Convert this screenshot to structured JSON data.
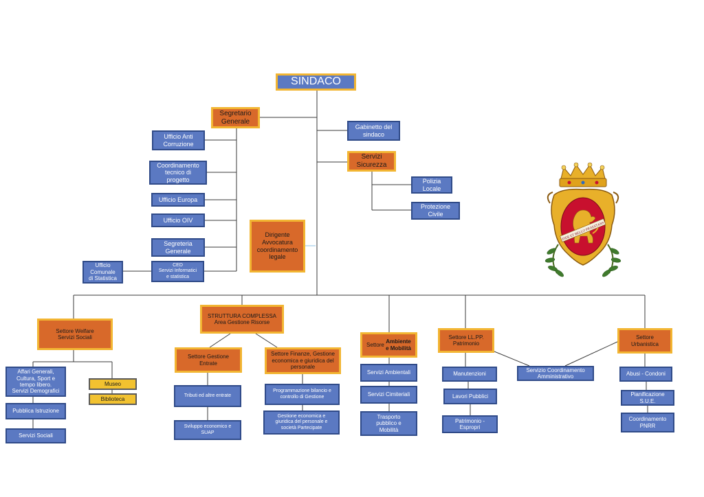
{
  "nodes": {
    "sindaco": "SINDACO",
    "segretario_generale": "Segretario\nGenerale",
    "gabinetto_sindaco": "Gabinetto del\nsindaco",
    "servizi_sicurezza": "Servizi\nSicurezza",
    "polizia_locale": "Polizia\nLocale",
    "protezione_civile": "Protezione\nCivile",
    "ufficio_anti_corruzione": "Ufficio Anti\nCorruzione",
    "coordinamento_tecnico": "Coordinamento\ntecnico di\nprogetto",
    "ufficio_europa": "Ufficio Europa",
    "ufficio_oiv": "Ufficio OIV",
    "segreteria_generale": "Segreteria\nGenerale",
    "ced": "CED\nServizi Informatici\ne statistica",
    "ufficio_statistica": "Ufficio\nComunale\ndi Statistica",
    "dirigente_avvocatura": "Dirigente\nAvvocatura\ncoordinamento\nlegale",
    "settore_welfare": "Settore Welfare\nServizi Sociali",
    "affari_generali": "Affari Generali,\nCultura, Sport e\ntempo libero.\nServizi Demografici",
    "pubblica_istruzione": "Pubblica Istruzione",
    "servizi_sociali": "Servizi Sociali",
    "museo": "Museo",
    "biblioteca": "Biblioteca",
    "struttura_complessa": "STRUTTURA COMPLESSA\nArea Gestione Risorse",
    "settore_gestione_entrate": "Settore Gestione\nEntrate",
    "tributi": "Tributi ed altre entrate",
    "sviluppo_economico": "Sviluppo economico e\nSUAP",
    "settore_finanze": "Settore Finanze, Gestione\neconomica e giuridica del\npersonale",
    "programmazione_bilancio": "Programmazione bilancio e\ncontrollo di Gestione",
    "gestione_economica": "Gestione economica e\ngiuridica del personale e\nsocietà Partecipate",
    "settore_ambiente_prefix": "Settore ",
    "settore_ambiente_bold": "Ambiente\ne Mobilità",
    "servizi_ambientali": "Servizi Ambientali",
    "servizi_cimiteriali": "Servizi Cimiteriali",
    "trasporto_pubblico": "Trasporto\npubblico e\nMobilità",
    "settore_llpp": "Settore LL.PP.\nPatrimonio",
    "manutenzioni": "Manutenzioni",
    "lavori_pubblici": "Lavori Pubblici",
    "patrimonio_espropri": "Patrimonio -\nEspropri",
    "servizio_coordinamento": "Servizio Coordinamento\nAmministrativo",
    "settore_urbanistica": "Settore\nUrbanistica",
    "abusi_condoni": "Abusi - Condoni",
    "pianificazione_sue": "Pianificazione\nS.U.E.",
    "coordinamento_pnrr": "Coordinamento\nPNRR"
  },
  "crest": {
    "motto": "FIDE ET BELLO PRAESTANS"
  },
  "colors": {
    "blue_fill": "#5b79c2",
    "blue_border": "#2f4a88",
    "orange_fill": "#d8692a",
    "gold_border": "#f2b532",
    "yellow_fill": "#f2c230",
    "shield_red": "#c8102e",
    "line": "#3a3a3a"
  }
}
